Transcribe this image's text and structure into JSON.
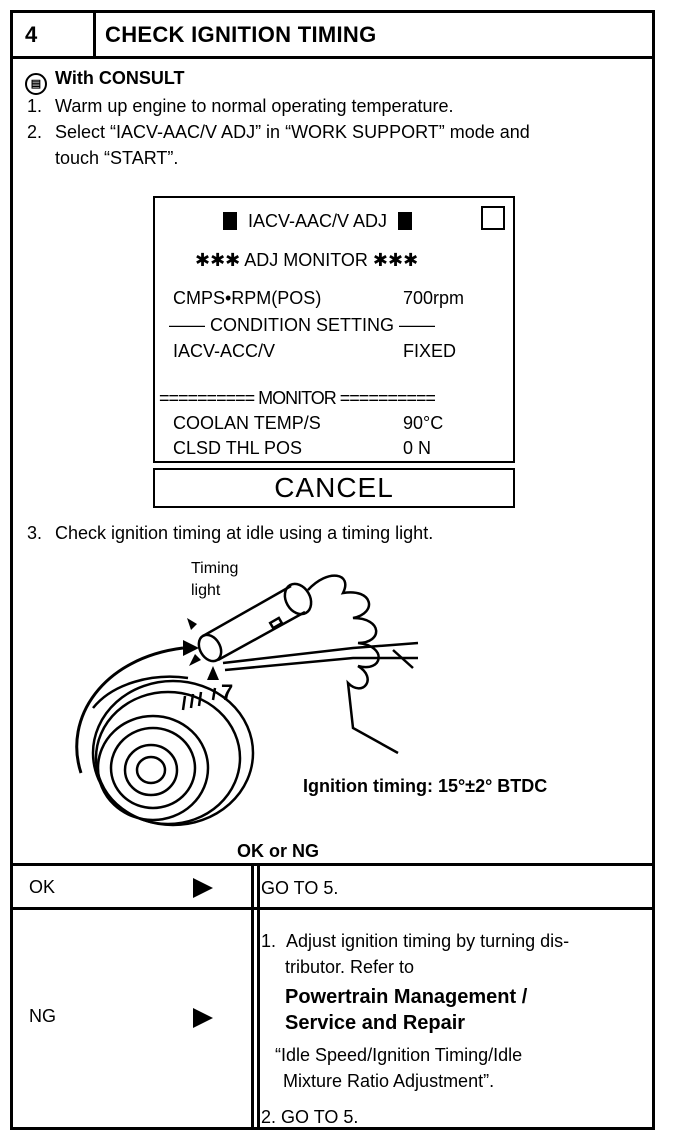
{
  "header": {
    "step_number": "4",
    "title": "CHECK IGNITION TIMING"
  },
  "consult": {
    "icon": "consult-icon",
    "label": "With CONSULT"
  },
  "steps": [
    {
      "num": "1.",
      "text": "Warm up engine to normal operating temperature."
    },
    {
      "num": "2.",
      "text": "Select “IACV-AAC/V ADJ” in “WORK SUPPORT” mode and",
      "cont": "touch “START”."
    },
    {
      "num": "3.",
      "text": "Check ignition timing at idle using a timing light."
    }
  ],
  "screen": {
    "title": "IACV-AAC/V ADJ",
    "monitor_header": "✱✱✱  ADJ MONITOR  ✱✱✱",
    "rpm_label": "CMPS•RPM(POS)",
    "rpm_value": "700rpm",
    "condition_header": "—— CONDITION SETTING ——",
    "iacv_label": "IACV-ACC/V",
    "iacv_value": "FIXED",
    "monitor_section": "========== MONITOR ==========",
    "coolant_label": "COOLAN TEMP/S",
    "coolant_value": "90°C",
    "throttle_label": "CLSD THL POS",
    "throttle_value": "0 N",
    "cancel_label": "CANCEL"
  },
  "figure": {
    "timing_light_label_1": "Timing",
    "timing_light_label_2": "light",
    "mark": "7"
  },
  "spec": "Ignition timing: 15°±2° BTDC",
  "ok_or_ng": "OK or NG",
  "results": {
    "ok": {
      "label": "OK",
      "action": "GO TO 5."
    },
    "ng": {
      "label": "NG",
      "item1_num": "1.",
      "item1_line1": "Adjust ignition timing by turning dis-",
      "item1_line2": "tributor. Refer to",
      "ref_line1": "Powertrain Management /",
      "ref_line2": "Service and Repair",
      "quote_line1": "“Idle Speed/Ignition Timing/Idle",
      "quote_line2": "Mixture Ratio Adjustment”.",
      "item2": "2.  GO TO 5."
    }
  }
}
